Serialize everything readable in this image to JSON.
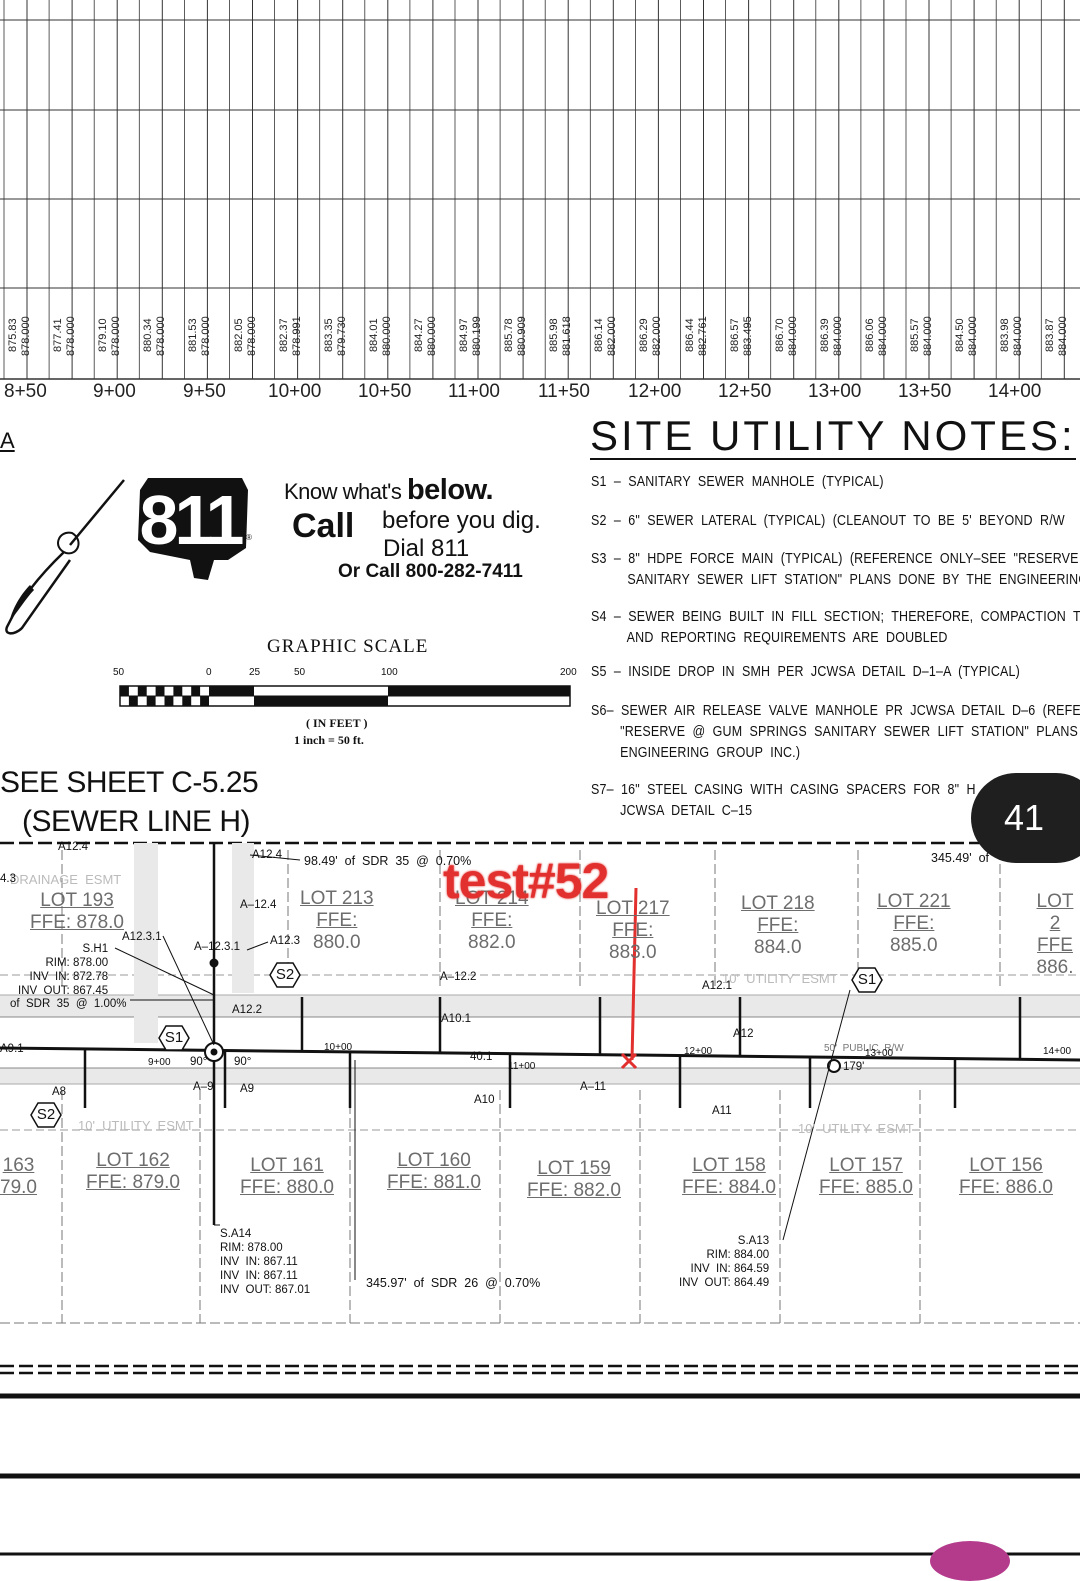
{
  "profile": {
    "elevations": [
      [
        "875.83",
        "878.000"
      ],
      [
        "877.41",
        "878.000"
      ],
      [
        "879.10",
        "878.000"
      ],
      [
        "880.34",
        "878.000"
      ],
      [
        "881.53",
        "878.000"
      ],
      [
        "882.05",
        "878.000"
      ],
      [
        "882.37",
        "878.991"
      ],
      [
        "883.35",
        "879.730"
      ],
      [
        "884.01",
        "880.000"
      ],
      [
        "884.27",
        "880.000"
      ],
      [
        "884.97",
        "880.199"
      ],
      [
        "885.78",
        "880.909"
      ],
      [
        "885.98",
        "881.618"
      ],
      [
        "886.14",
        "882.000"
      ],
      [
        "886.29",
        "882.000"
      ],
      [
        "886.44",
        "882.761"
      ],
      [
        "886.57",
        "883.495"
      ],
      [
        "886.70",
        "884.000"
      ],
      [
        "886.39",
        "884.000"
      ],
      [
        "886.06",
        "884.000"
      ],
      [
        "885.57",
        "884.000"
      ],
      [
        "884.50",
        "884.000"
      ],
      [
        "883.98",
        "884.000"
      ],
      [
        "883.87",
        "884.000"
      ]
    ],
    "stations": [
      "8+50",
      "9+00",
      "9+50",
      "10+00",
      "10+50",
      "11+00",
      "11+50",
      "12+00",
      "12+50",
      "13+00",
      "13+50",
      "14+00"
    ]
  },
  "left_letter": "A",
  "callout_811": {
    "logo": "811",
    "know": "Know what's",
    "below": "below.",
    "call": "Call",
    "before": "before you dig.",
    "dial": "Dial 811",
    "or_call": "Or Call 800-282-7411"
  },
  "graphic_scale": {
    "title": "GRAPHIC  SCALE",
    "ticks": [
      "50",
      "0",
      "25",
      "50",
      "100",
      "200"
    ],
    "units": "( IN  FEET )",
    "ratio": "1 inch  =  50  ft."
  },
  "see_sheet": {
    "line1": "SEE SHEET C-5.25",
    "line2": "(SEWER LINE H)"
  },
  "notes": {
    "title": "SITE  UTILITY  NOTES:",
    "items": [
      "S1  –  SANITARY  SEWER  MANHOLE  (TYPICAL)",
      "S2  –  6\"  SEWER  LATERAL  (TYPICAL)  (CLEANOUT  TO  BE  5'  BEYOND  R/W",
      "S3  –  8\"  HDPE  FORCE  MAIN  (TYPICAL)  (REFERENCE  ONLY–SEE  \"RESERVE\n          SANITARY  SEWER  LIFT  STATION\"  PLANS  DONE  BY  THE  ENGINEERING",
      "S4  –  SEWER  BEING  BUILT  IN  FILL  SECTION;  THEREFORE,  COMPACTION  TE\n          AND  REPORTING  REQUIREMENTS  ARE  DOUBLED",
      "S5  –  INSIDE  DROP  IN  SMH  PER  JCWSA  DETAIL  D–1–A  (TYPICAL)",
      "S6–  SEWER  AIR  RELEASE  VALVE  MANHOLE  PR  JCWSA  DETAIL  D–6  (REFE\n        \"RESERVE  @  GUM  SPRINGS  SANITARY  SEWER  LIFT  STATION\"  PLANS\n        ENGINEERING  GROUP  INC.)",
      "S7–  16\"  STEEL  CASING  WITH  CASING  SPACERS  FOR  8\"  H\n        JCWSA  DETAIL  C–15"
    ]
  },
  "page_badge": "41",
  "annotation": "test#52",
  "plan": {
    "lots_top": [
      {
        "id": "lot193",
        "name": "LOT  193",
        "ffe": "FFE: 878.0"
      },
      {
        "id": "lot213",
        "name": "LOT  213",
        "ffe_label": "FFE:",
        "ffe_value": "880.0"
      },
      {
        "id": "lot214",
        "name": "LOT  214",
        "ffe_label": "FFE:",
        "ffe_value": "882.0"
      },
      {
        "id": "lot217",
        "name": "LOT  217",
        "ffe_label": "FFE:",
        "ffe_value": "883.0"
      },
      {
        "id": "lot218",
        "name": "LOT  218",
        "ffe_label": "FFE:",
        "ffe_value": "884.0"
      },
      {
        "id": "lot221",
        "name": "LOT  221",
        "ffe_label": "FFE:",
        "ffe_value": "885.0"
      },
      {
        "id": "lot2xx",
        "name": "LOT  2",
        "ffe_label": "FFE",
        "ffe_value": "886."
      }
    ],
    "lots_bottom": [
      {
        "id": "lot163",
        "name": "163",
        "ffe": "79.0"
      },
      {
        "id": "lot162",
        "name": "LOT  162",
        "ffe": "FFE: 879.0"
      },
      {
        "id": "lot161",
        "name": "LOT  161",
        "ffe": "FFE: 880.0"
      },
      {
        "id": "lot160",
        "name": "LOT  160",
        "ffe": "FFE: 881.0"
      },
      {
        "id": "lot159",
        "name": "LOT  159",
        "ffe": "FFE: 882.0"
      },
      {
        "id": "lot158",
        "name": "LOT  158",
        "ffe": "FFE: 884.0"
      },
      {
        "id": "lot157",
        "name": "LOT  157",
        "ffe": "FFE: 885.0"
      },
      {
        "id": "lot156",
        "name": "LOT  156",
        "ffe": "FFE: 886.0"
      }
    ],
    "pipe_top_left": "98.49'  of  SDR  35  @  0.70%",
    "pipe_top_right": "345.49'  of",
    "pipe_bottom": "345.97'  of  SDR  26  @  0.70%",
    "pipe_left": "of  SDR  35  @  1.00%",
    "sh1": "S.H1\nRIM: 878.00\nINV  IN: 872.78\nINV  OUT: 867.45",
    "sa14": "S.A14\nRIM: 878.00\nINV  IN: 867.11\nINV  IN: 867.11\nINV  OUT: 867.01",
    "sa13": "S.A13\nRIM: 884.00\nINV  IN: 864.59\nINV  OUT: 864.49",
    "utility_esmt": "10'  UTILITY  ESMT",
    "drainage_esmt": "DRAINAGE  ESMT",
    "public_rw": "50'  PUBLIC  R/W",
    "stations_plan": [
      "9+00",
      "10+00",
      "11+00",
      "12+00",
      "13+00",
      "14+00"
    ],
    "tags": [
      "A12.4",
      "A12.3.1",
      "A12.3",
      "A12.2",
      "A–12.2",
      "A10.1",
      "A12.1",
      "A12",
      "A8",
      "A9",
      "A10",
      "A11",
      "A–9",
      "A–11",
      "A–12.4",
      "A–12.3.1",
      "A12.4",
      "4.3",
      "A9.1",
      "179'",
      "90°",
      "90°",
      "40.1"
    ],
    "hex": [
      "S1",
      "S2",
      "S1",
      "S2"
    ]
  }
}
